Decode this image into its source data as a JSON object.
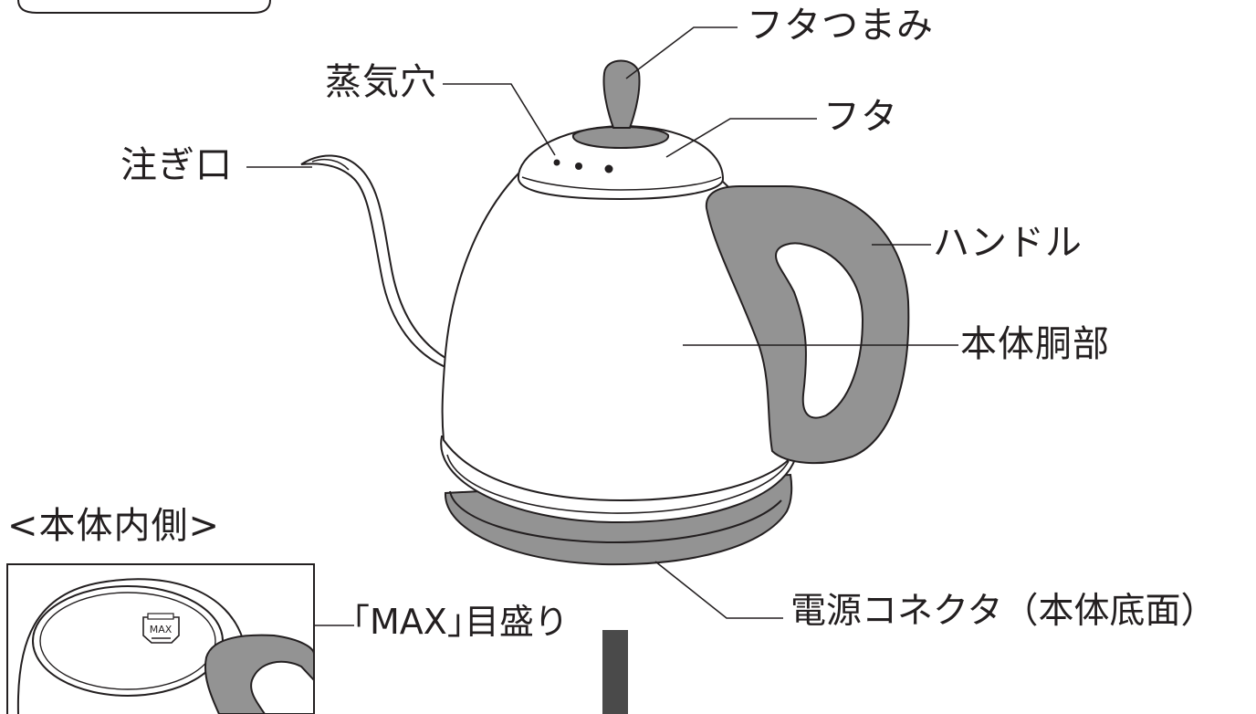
{
  "labels": {
    "lid_knob": "フタつまみ",
    "steam_vent": "蒸気穴",
    "lid": "フタ",
    "spout": "注ぎ口",
    "handle": "ハンドル",
    "body": "本体胴部",
    "inside_title": "<本体内側>",
    "max_mark": "｢MAX｣目盛り",
    "max_text": "MAX",
    "power_connector": "電源コネクタ（本体底面）"
  },
  "colors": {
    "gray_fill": "#939393",
    "line": "#231f20",
    "dark_bar": "#4a4a4a"
  }
}
